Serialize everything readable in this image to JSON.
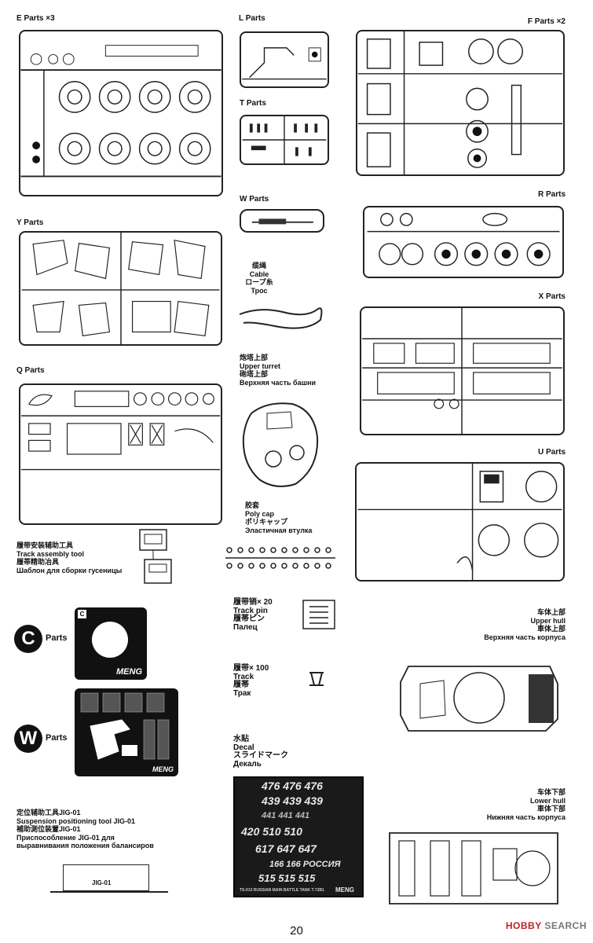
{
  "sprues": {
    "e": {
      "letter": "E Parts",
      "mult": "×3"
    },
    "l": {
      "letter": "L Parts"
    },
    "f": {
      "letter": "F Parts",
      "mult": "×2"
    },
    "t": {
      "letter": "T Parts"
    },
    "w_parts": {
      "letter": "W Parts"
    },
    "r": {
      "letter": "R Parts"
    },
    "y": {
      "letter": "Y Parts"
    },
    "x": {
      "letter": "X Parts"
    },
    "q": {
      "letter": "Q Parts"
    },
    "u": {
      "letter": "U Parts"
    }
  },
  "cable": {
    "zh": "缆绳",
    "en": "Cable",
    "ja": "ロープ糸",
    "ru": "Трос"
  },
  "upper_turret": {
    "zh": "炮塔上部",
    "en": "Upper turret",
    "ja": "砲塔上部",
    "ru": "Верхняя часть башни"
  },
  "poly_cap": {
    "zh": "胶套",
    "en": "Poly cap",
    "ja": "ポリキャップ",
    "ru": "Эластичная втулка"
  },
  "track_tool": {
    "zh": "履带安装辅助工具",
    "en": "Track assembly tool",
    "ja": "履帯精助冶具",
    "ru": "Шаблон для сборки гусеницы"
  },
  "track_pin": {
    "zh": "履带销",
    "mult": "× 20",
    "en": "Track pin",
    "ja": "履帯ピン",
    "ru": "Палец"
  },
  "track": {
    "zh": "履带",
    "mult": "× 100",
    "en": "Track",
    "ja": "履帯",
    "ru": "Трак"
  },
  "decal": {
    "zh": "水贴",
    "en": "Decal",
    "ja": "スライドマーク",
    "ru": "Декаль"
  },
  "upper_hull": {
    "zh": "车体上部",
    "en": "Upper hull",
    "ja": "車体上部",
    "ru": "Верхняя часть корпуса"
  },
  "lower_hull": {
    "zh": "车体下部",
    "en": "Lower hull",
    "ja": "車体下部",
    "ru": "Нижняя часть корпуса"
  },
  "jig": {
    "zh": "定位辅助工具JIG-01",
    "en": "Suspension positioning tool JIG-01",
    "ja": "補助測位装置JIG-01",
    "ru1": "Приспособление JIG-01 для",
    "ru2": "выравнивания положения балансиров",
    "part_label": "JIG-01"
  },
  "c_parts": {
    "letter": "C",
    "word": "Parts",
    "sheet_letter": "C",
    "brand": "MENG"
  },
  "w_pe_parts": {
    "letter": "W",
    "word": "Parts",
    "brand": "MENG"
  },
  "decal_sheet": {
    "rows": [
      "476 476 476",
      "439 439 439",
      "441 441 441",
      "420  510 510",
      "617  647 647",
      "166 166 РОССИЯ",
      "515 515 515"
    ],
    "footer": "TS-013 RUSSIAN MAIN BATTLE TANK T-72B1",
    "brand": "MENG"
  },
  "page": {
    "number": "20"
  },
  "watermark": {
    "brand": "HOBBY",
    "rest": "SEARCH"
  }
}
